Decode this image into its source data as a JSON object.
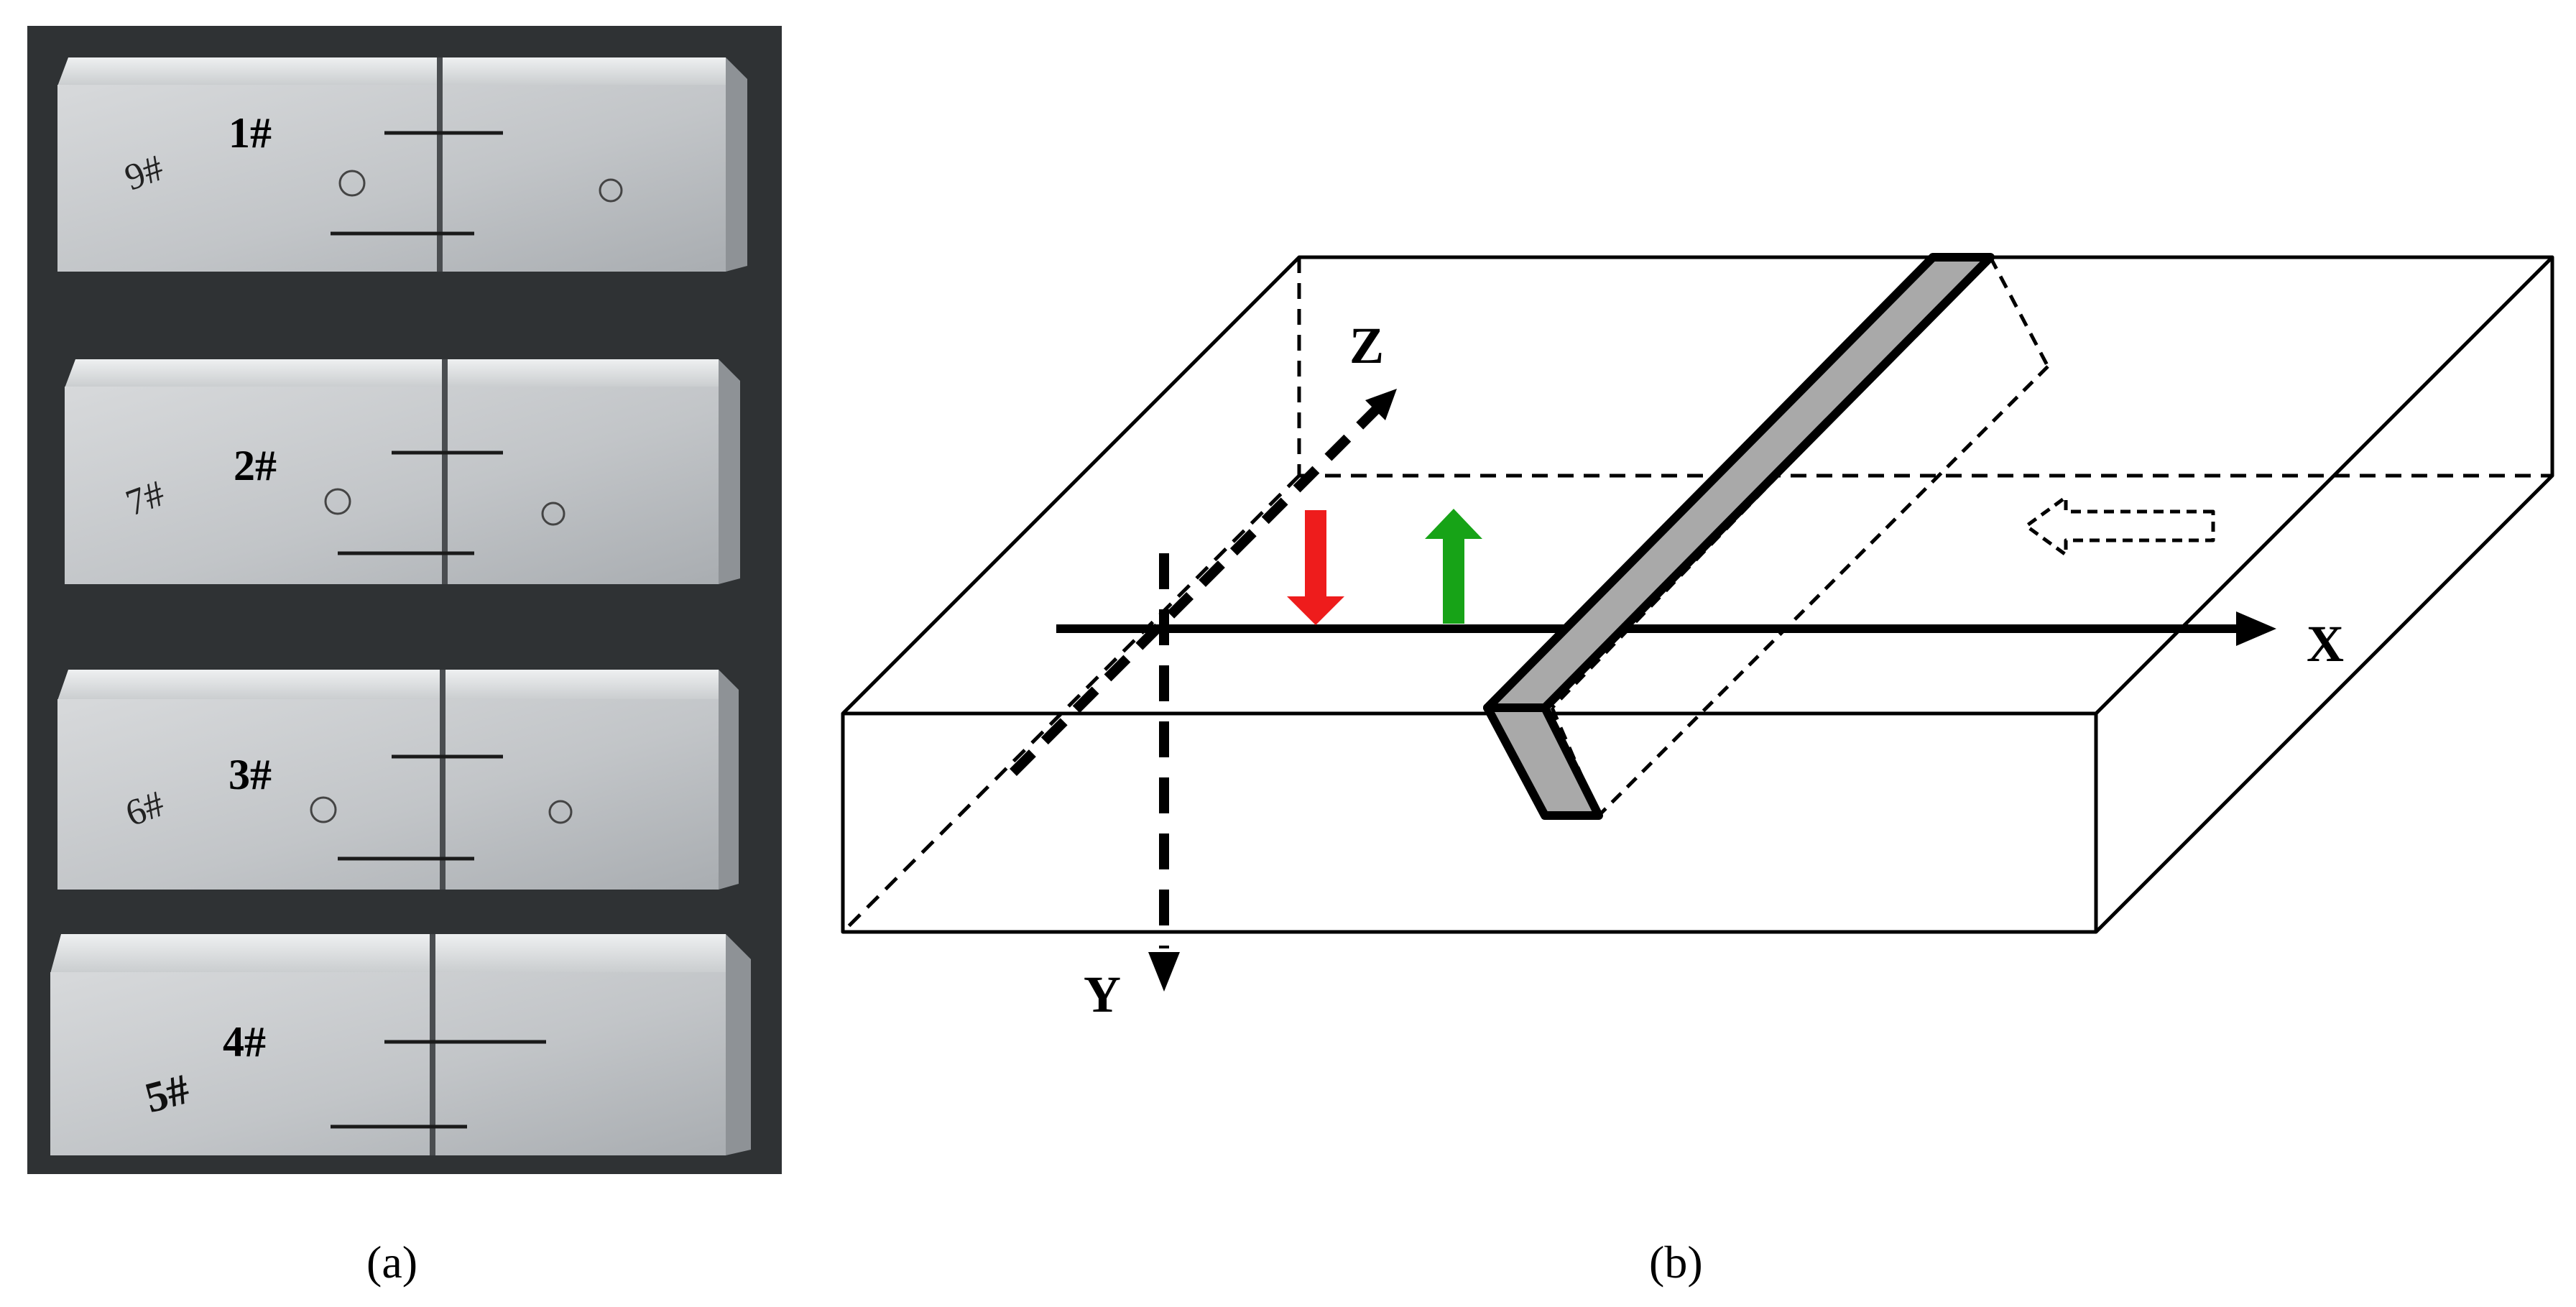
{
  "panels": {
    "a": {
      "label": "(a)",
      "samples": [
        {
          "tag": "1#",
          "note": "9#"
        },
        {
          "tag": "2#",
          "note": "7#"
        },
        {
          "tag": "3#",
          "note": "6#"
        },
        {
          "tag": "4#",
          "note": "5#"
        }
      ]
    },
    "b": {
      "label": "(b)",
      "axes": {
        "x": "X",
        "y": "Y",
        "z": "Z"
      }
    }
  },
  "colors": {
    "red_arrow": "#ee1c1c",
    "green_arrow": "#17a317",
    "slot_fill": "#a9a9a9",
    "background": "#ffffff",
    "photo_background": "#2b2e30",
    "plate_face": "#c7c9cb",
    "plate_top": "#dcdedf"
  },
  "icons": {
    "red": "arrow-down-icon",
    "green": "arrow-up-icon",
    "hollow": "hollow-arrow-left-icon"
  }
}
